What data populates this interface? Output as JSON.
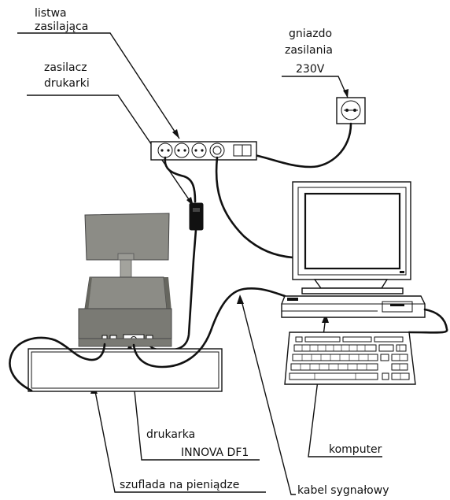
{
  "labels": {
    "power_strip_line1": "listwa",
    "power_strip_line2": "zasilająca",
    "printer_psu_line1": "zasilacz",
    "printer_psu_line2": "drukarki",
    "socket_line1": "gniazdo",
    "socket_line2": "zasilania",
    "socket_line3": "230V",
    "printer_line1": "drukarka",
    "printer_line2": "INNOVA DF1",
    "computer": "komputer",
    "cash_drawer": "szuflada na pieniądze",
    "signal_cable": "kabel sygnałowy"
  },
  "colors": {
    "line": "#111111",
    "printer_body": "#8c8c86",
    "printer_light": "#a3a39d",
    "printer_dark": "#66665f"
  }
}
